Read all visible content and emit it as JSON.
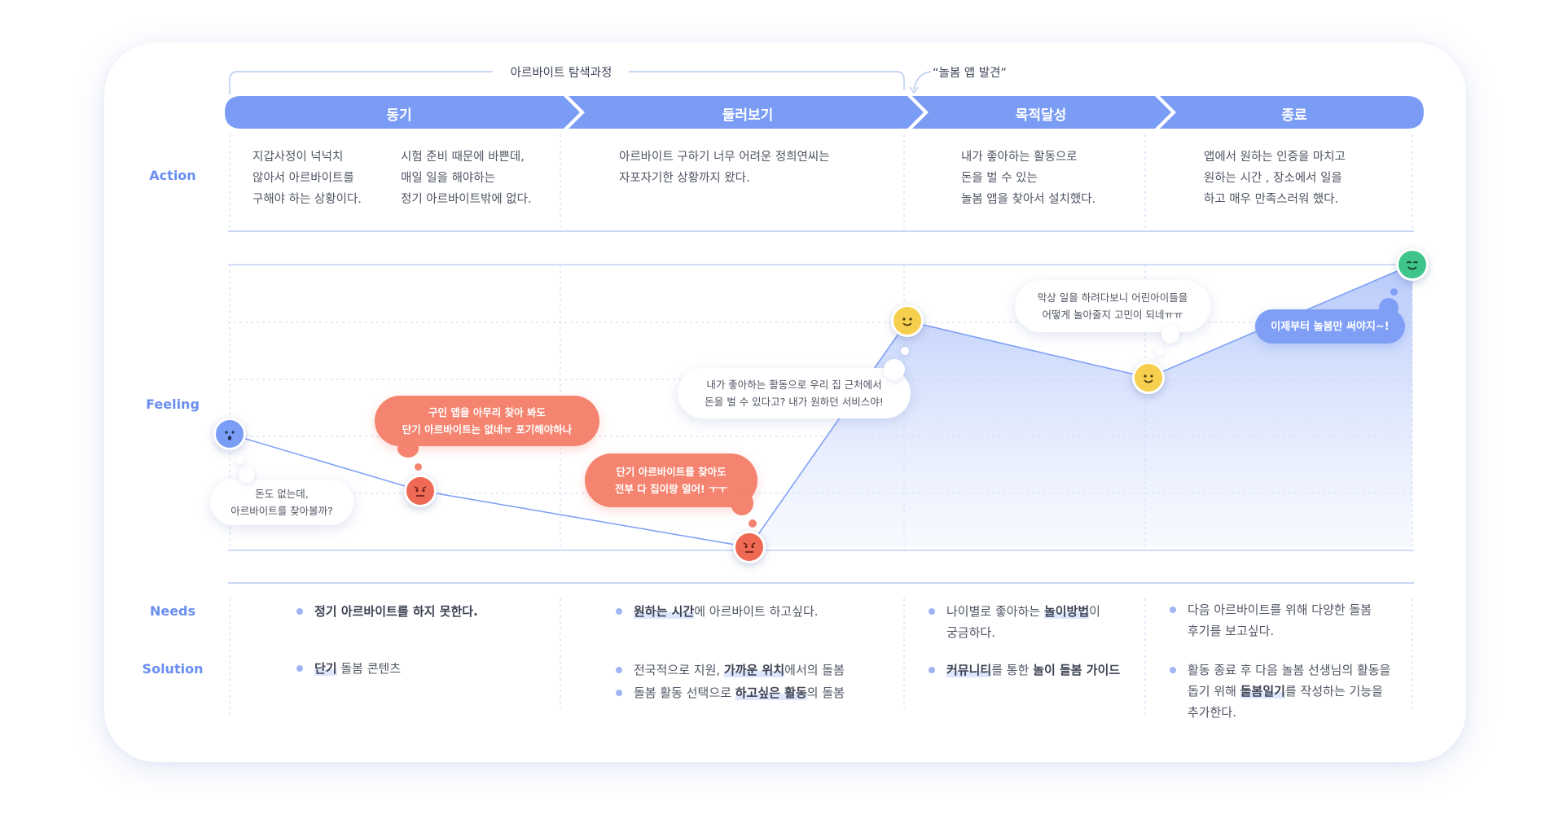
{
  "journey": {
    "section_labels": {
      "action": "Action",
      "feeling": "Feeling",
      "needs": "Needs",
      "solution": "Solution"
    },
    "bracket_label": "아르바이트 탐색과정",
    "discovery_label": "“놀봄 앱 발견”",
    "phases": [
      {
        "label": "동기"
      },
      {
        "label": "둘러보기"
      },
      {
        "label": "목적달성"
      },
      {
        "label": "종료"
      }
    ],
    "actions": {
      "motive_a": [
        "지갑사정이 넉넉치",
        "않아서 아르바이트를",
        "구해야 하는 상황이다."
      ],
      "motive_b": [
        "시험 준비 때문에 바쁜데,",
        "매일 일을 해야하는",
        "정기 아르바이트밖에 없다."
      ],
      "browse": [
        "아르바이트 구하기 너무 어려운 정희연씨는",
        "자포자기한 상황까지 왔다."
      ],
      "achieve": [
        "내가 좋아하는 활동으로",
        "돈을 벌 수 있는",
        "놀봄 앱을 찾아서 설치했다."
      ],
      "end": [
        "앱에서 원하는 인증을 마치고",
        "원하는 시간 , 장소에서 일을",
        "하고 매우 만족스러워 했다."
      ]
    },
    "feelings": {
      "b1": [
        "돈도 없는데,",
        "아르바이트를 찾아볼까?"
      ],
      "b2": [
        "구인 앱을 아무리 찾아 봐도",
        "단기 아르바이트는 없네ㅠ 포기해야하나"
      ],
      "b3": [
        "단기 아르바이트를 찾아도",
        "전부 다 집이랑 멀어! ㅜㅜ"
      ],
      "b4": [
        "내가 좋아하는 활동으로 우리 집 근처에서",
        "돈을 벌 수  있다고? 내가 원하던 서비스야!"
      ],
      "b5": [
        "막상 일을 하려다보니 어린아이들을",
        "어떻게 놀아줄지 고민이 되네ㅠㅠ"
      ],
      "b6": [
        "이제부터 놀봄만 써야지~!"
      ]
    },
    "needs": {
      "n1": {
        "strong": "정기 아르바이트를 하지 못한다."
      },
      "n2": {
        "strong": "원하는 시간",
        "rest": "에 아르바이트 하고싶다."
      },
      "n3": {
        "pre": "나이별로 좋아하는 ",
        "strong": "놀이방법",
        "post": "이",
        "line2": "궁금하다."
      },
      "n4": {
        "line1": "다음 아르바이트를 위해 다양한 돌봄",
        "line2": "후기를 보고싶다."
      }
    },
    "solutions": {
      "s1": {
        "strong": "단기",
        "rest": " 돌봄 콘텐츠"
      },
      "s2a": {
        "pre": "전국적으로 지원, ",
        "strong": "가까운 위치",
        "post": "에서의 돌봄"
      },
      "s2b": {
        "pre": "돌봄 활동 선택으로 ",
        "strong": "하고싶은 활동",
        "post": "의 돌봄"
      },
      "s3": {
        "strong1": "커뮤니티",
        "mid": "를 통한 ",
        "strong2": "놀이 돌봄 가이드"
      },
      "s4": {
        "line1": "활동 종료 후 다음 놀봄 선생님의 활동을",
        "pre2": "돕기 위해 ",
        "strong": "돌봄일기",
        "post2": "를 작성하는 기능을",
        "line3": "추가한다."
      }
    },
    "curve": {
      "points": [
        {
          "x": 1,
          "y": 0.4,
          "mood": "worried"
        },
        {
          "x": 2,
          "y": 0.2,
          "mood": "sad"
        },
        {
          "x": 3,
          "y": 0.0,
          "mood": "sad"
        },
        {
          "x": 4,
          "y": 0.8,
          "mood": "happy"
        },
        {
          "x": 5,
          "y": 0.6,
          "mood": "happy"
        },
        {
          "x": 6,
          "y": 1.0,
          "mood": "delighted"
        }
      ]
    },
    "colors": {
      "accent": "#7a9cf5",
      "label": "#6a8ef0",
      "worried": "#7a9ef5",
      "sad": "#ee6a55",
      "happy": "#f7cf4e",
      "delighted": "#3fc48b",
      "negative_bubble": "#f4836f"
    }
  }
}
